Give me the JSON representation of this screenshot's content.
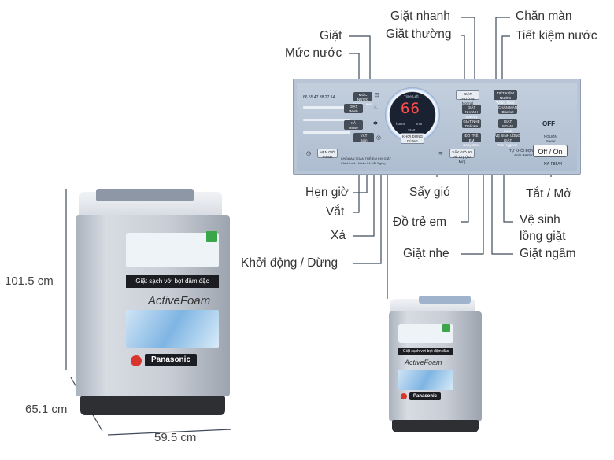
{
  "labels": {
    "giat_nhanh": "Giặt nhanh",
    "giat_thuong": "Giặt thường",
    "giat": "Giặt",
    "muc_nuoc": "Mức nước",
    "chan_man": "Chăn màn",
    "tiet_kiem_nuoc": "Tiết kiệm nước",
    "hen_gio": "Hẹn giờ",
    "vat": "Vắt",
    "xa": "Xả",
    "khoi_dong_dung": "Khởi động / Dừng",
    "say_gio": "Sấy gió",
    "do_tre_em": "Đồ trẻ em",
    "giat_nhe": "Giặt nhẹ",
    "tat_mo": "Tắt / Mở",
    "ve_sinh_1": "Vệ sinh",
    "ve_sinh_2": "lồng giặt",
    "giat_ngam": "Giặt ngâm"
  },
  "dimensions": {
    "height": "101.5 cm",
    "depth": "65.1 cm",
    "width": "59.5 cm"
  },
  "panel": {
    "levels": "66 55 47 38 27 14",
    "display_digits": "66",
    "time_left": "Time Left",
    "hours": "hours",
    "min": "min",
    "start": "Start",
    "muc_nuoc_btn": "MỨC NƯỚC",
    "muc_nuoc_sub": "Water Level",
    "giat_btn": "GIẶT",
    "giat_sub": "Wash",
    "xa_btn": "XẢ",
    "xa_sub": "Rinse",
    "vat_btn": "VẮT",
    "vat_sub": "Spin",
    "hen_gio_btn": "HẸN GIỜ",
    "hen_gio_sub": "Preset",
    "khoi_dong_btn": "KHỞI ĐỘNG",
    "khoi_dong_sub": "DỪNG",
    "khoi_dong_sub2": "Pause",
    "child_lock": "KHÓA AN TOÀN TRẺ EM KHI GIẶT",
    "child_lock_sub": "Child Lock / Nhấn Xả Vắt 3 giây",
    "giat_thuong_btn": "GIẶT THƯỜNG",
    "giat_thuong_sub": "Normal",
    "giat_nhanh_btn": "GIẶT NHANH",
    "giat_nhanh_sub": "Speedy",
    "giat_nhe_btn": "GIẶT NHẸ",
    "giat_nhe_sub": "Delicate",
    "do_tre_em_btn": "ĐỒ TRẺ EM",
    "do_tre_em_sub": "Baby Care",
    "say_gio_btn": "SẤY GIÓ 90'",
    "say_gio_sub": "Air Dry (90 Min)",
    "tiet_kiem_btn": "TIẾT KIỆM NƯỚC",
    "tiet_kiem_sub": "Water Save",
    "chan_man_btn": "CHĂN MÀN",
    "chan_man_sub": "Blanket",
    "giat_ngam_btn": "GIẶT NGÂM",
    "giat_ngam_sub": "Soak",
    "ve_sinh_btn": "VỆ SINH LỒNG GIẶT",
    "ve_sinh_sub": "Tub Hygiene",
    "auto_restart": "TỰ KHỞI ĐỘNG LẠI",
    "auto_restart_sub": "Auto Restart",
    "nguon": "NGUỒN",
    "nguon_sub": "Power",
    "off_on": "Off / On",
    "model": "NA-F85A4",
    "off_icon": "OFF"
  },
  "machine_large": {
    "banner": "Giặt sạch với bọt đậm đặc",
    "active": "ActiveFoam",
    "brand": "Panasonic"
  },
  "machine_small": {
    "banner": "Giặt sạch với bọt đậm đặc",
    "active": "ActiveFoam",
    "brand": "Panasonic"
  },
  "colors": {
    "panel_bg": "#b7c5d6",
    "button_dark": "#444c57",
    "display_digit": "#ff4d4d",
    "brand_red": "#d8362c",
    "line": "#3f4b5a"
  }
}
